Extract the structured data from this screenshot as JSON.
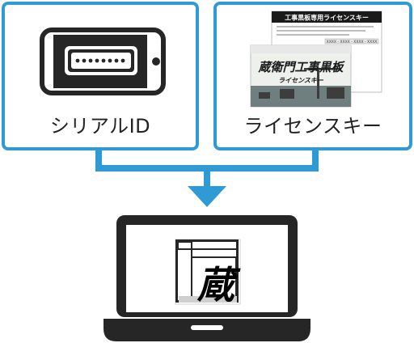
{
  "left_card": {
    "label": "シリアルID",
    "icon": "tablet-serial-icon"
  },
  "right_card": {
    "label": "ライセンスキー",
    "sheet_title": "工事黒板専用ライセンスキー",
    "sheet_key": "XXXX - XXXX - XXXX - XXXX",
    "box_title": "蔵衛門工事黒板",
    "box_subtitle": "ライセンスキー"
  },
  "laptop": {
    "app_icon": "kuraemon-app-icon",
    "app_glyph": "蔵"
  },
  "colors": {
    "accent": "#2f9bd4",
    "dark": "#262626",
    "sheet_header": "#1a1a1a"
  }
}
